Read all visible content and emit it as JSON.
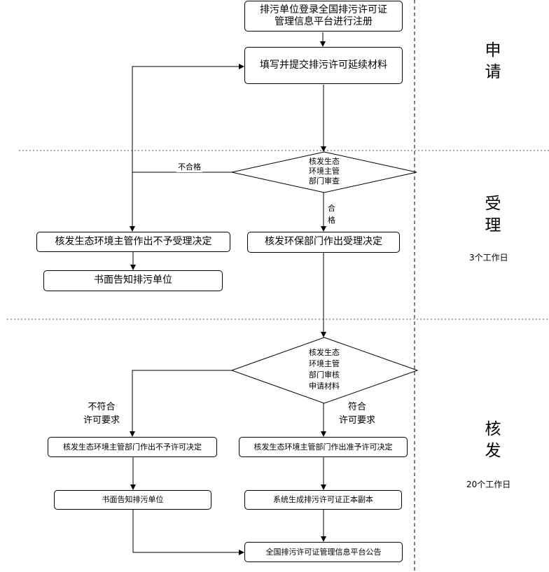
{
  "boxes": {
    "register": [
      "排污单位登录全国排污许可证",
      "管理信息平台进行注册"
    ],
    "submit": "填写并提交排污许可延续材料",
    "reject_accept": "核发生态环境主管作出不予受理决定",
    "notify_reject1": "书面告知排污单位",
    "accept": "核发环保部门作出受理决定",
    "deny_permit": "核发生态环境主管部门作出不予许可决定",
    "grant_permit": "核发生态环境主管部门作出准予许可决定",
    "notify_reject2": "书面告知排污单位",
    "generate": "系统生成排污许可证正本副本",
    "publish": "全国排污许可证管理信息平台公告"
  },
  "decisions": {
    "review": [
      "核发生态",
      "环境主管",
      "部门审查"
    ],
    "audit": [
      "核发生态",
      "环境主管",
      "部门审核",
      "申请材料"
    ]
  },
  "edge_labels": {
    "unqualified": "不合格",
    "qualified": [
      "合",
      "格"
    ],
    "not_meet": [
      "不符合",
      "许可要求"
    ],
    "meet": [
      "符合",
      "许可要求"
    ]
  },
  "sections": {
    "apply": [
      "申",
      "请"
    ],
    "accept": [
      "受",
      "理"
    ],
    "issue": [
      "核",
      "发"
    ]
  },
  "durations": {
    "accept": "3个工作日",
    "issue": "20个工作日"
  }
}
